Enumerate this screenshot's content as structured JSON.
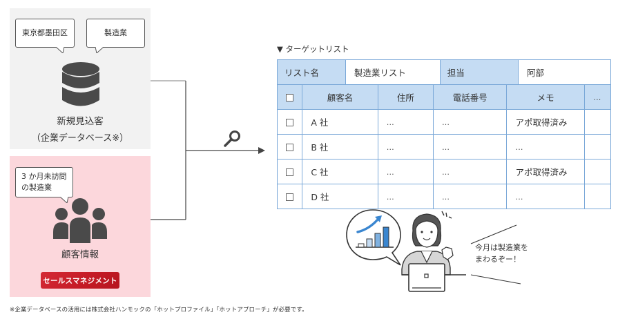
{
  "sources": {
    "database": {
      "bubbles": [
        "東京都墨田区",
        "製造業"
      ],
      "label_line1": "新規見込客",
      "label_line2": "（企業データベース※）",
      "icon": "database-icon",
      "background": "#f2f2f2"
    },
    "customer": {
      "bubble_line1": "3 か月未訪問",
      "bubble_line2": "の製造業",
      "label": "顧客情報",
      "button_label": "セールスマネジメント",
      "icon": "people-group-icon",
      "background": "#fcd7dc",
      "button_color": "#cc1f2a"
    }
  },
  "flow": {
    "search_icon": "magnifier-icon",
    "arrow_icon": "arrow-right-icon"
  },
  "target_list": {
    "title": "▼ ターゲットリスト",
    "meta": {
      "list_name_label": "リスト名",
      "list_name_value": "製造業リスト",
      "owner_label": "担当",
      "owner_value": "阿部"
    },
    "columns": [
      "顧客名",
      "住所",
      "電話番号",
      "メモ",
      "…"
    ],
    "rows": [
      {
        "name": "A 社",
        "address": "…",
        "phone": "…",
        "memo": "アポ取得済み"
      },
      {
        "name": "B 社",
        "address": "…",
        "phone": "…",
        "memo": "…"
      },
      {
        "name": "C 社",
        "address": "…",
        "phone": "…",
        "memo": "アポ取得済み"
      },
      {
        "name": "D 社",
        "address": "…",
        "phone": "…",
        "memo": "…"
      }
    ],
    "header_color": "#c5dcf3",
    "border_color": "#7aa8d8"
  },
  "illustration": {
    "thought_icon": "rising-bar-chart-icon",
    "person": "businesswoman-with-laptop",
    "speech_line1": "今月は製造業を",
    "speech_line2": "まわるぞー！"
  },
  "footnote": "※企業データベースの活用には株式会社ハンモックの「ホットプロファイル」「ホットアプローチ」が必要です。"
}
